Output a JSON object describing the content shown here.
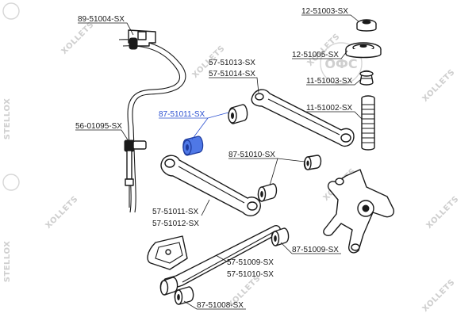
{
  "watermark": {
    "text": "STELLOX",
    "text_reversed": "XOLLETS"
  },
  "labels": {
    "l89_51004": "89-51004-SX",
    "l12_51003": "12-51003-SX",
    "l12_51005": "12-51005-SX",
    "l57_51013": "57-51013-SX",
    "l57_51014": "57-51014-SX",
    "l11_51003": "11-51003-SX",
    "l87_51011": "87-51011-SX",
    "l11_51002": "11-51002-SX",
    "l56_01095": "56-01095-SX",
    "l87_51010": "87-51010-SX",
    "l57_51011": "57-51011-SX",
    "l57_51012": "57-51012-SX",
    "l87_51009": "87-51009-SX",
    "l57_51009": "57-51009-SX",
    "l57_51010": "57-51010-SX",
    "l87_51008": "87-51008-SX"
  },
  "colors": {
    "highlight": "#2a4fd0",
    "highlight_fill": "#4f78e6",
    "line": "#1a1a1a",
    "watermark": "#cfcfcf"
  }
}
